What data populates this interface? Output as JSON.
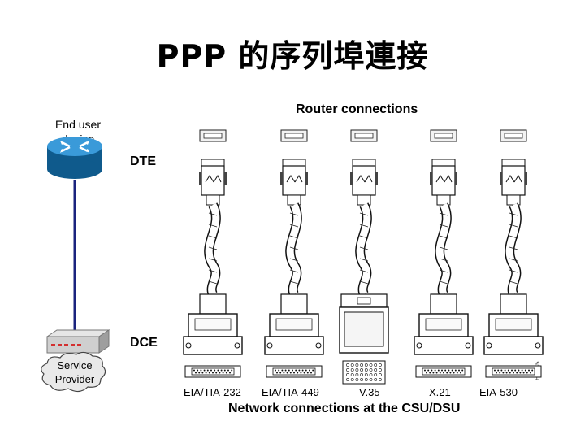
{
  "title": "PPP 的序列埠連接",
  "labels": {
    "end_user_device": "End user\ndevice",
    "router_connections": "Router connections",
    "dte": "DTE",
    "dce": "DCE",
    "service_provider": "Service\nProvider",
    "footer": "Network connections at the CSU/DSU",
    "figure_code": "H2485"
  },
  "cables": [
    {
      "name": "EIA/TIA-232"
    },
    {
      "name": "EIA/TIA-449"
    },
    {
      "name": "V.35"
    },
    {
      "name": "X.21"
    },
    {
      "name": "EIA-530"
    }
  ],
  "colors": {
    "router_blue": "#1e78b4",
    "link_line": "#1a237e",
    "modem_led": "#d32f2f"
  }
}
